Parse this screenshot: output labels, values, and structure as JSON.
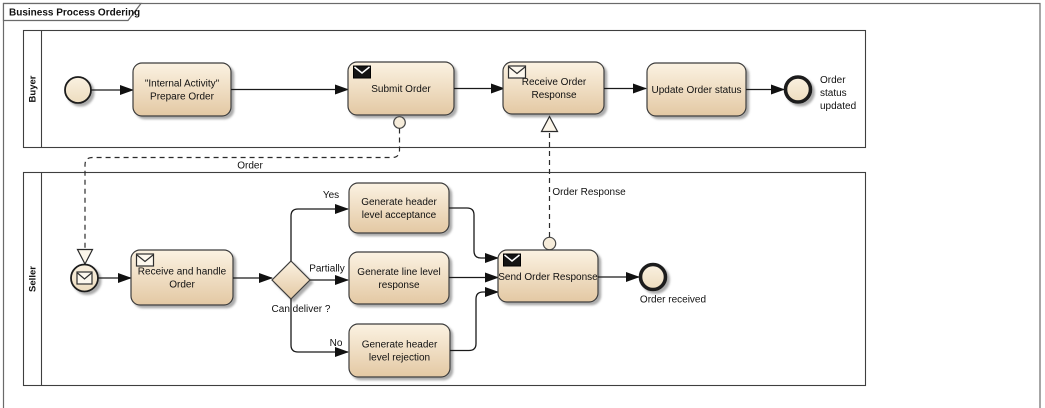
{
  "window": {
    "title": "Business Process Ordering"
  },
  "pools": {
    "buyer": "Buyer",
    "seller": "Seller"
  },
  "nodes": {
    "prepare_order": {
      "line1": "\"Internal Activity\"",
      "line2": "Prepare Order"
    },
    "submit_order": {
      "label": "Submit Order"
    },
    "receive_order_response": {
      "line1": "Receive Order",
      "line2": "Response"
    },
    "update_order_status": {
      "label": "Update Order status"
    },
    "end_buyer": {
      "line1": "Order",
      "line2": "status",
      "line3": "updated"
    },
    "receive_handle_order": {
      "line1": "Receive and handle",
      "line2": "Order"
    },
    "gateway": {
      "label": "Can deliver ?"
    },
    "generate_acceptance": {
      "line1": "Generate header",
      "line2": "level acceptance"
    },
    "generate_line_response": {
      "line1": "Generate line level",
      "line2": "response"
    },
    "generate_rejection": {
      "line1": "Generate header",
      "line2": "level rejection"
    },
    "send_order_response": {
      "label": "Send Order Response"
    },
    "end_seller": {
      "label": "Order received"
    }
  },
  "flows": {
    "yes": "Yes",
    "partially": "Partially",
    "no": "No",
    "order_message": "Order",
    "order_response_message": "Order Response"
  },
  "icons": {
    "send_task": "filled-envelope-icon",
    "receive_task": "outline-envelope-icon",
    "message_start": "envelope-in-circle-icon"
  },
  "colors": {
    "node_fill_top": "#FBF2E2",
    "node_fill_bottom": "#E3C8A3",
    "node_border": "#3C3C3C",
    "flow_line": "#1A1A1A",
    "shadow": "#8F8F8F",
    "background": "#FFFFFF"
  }
}
